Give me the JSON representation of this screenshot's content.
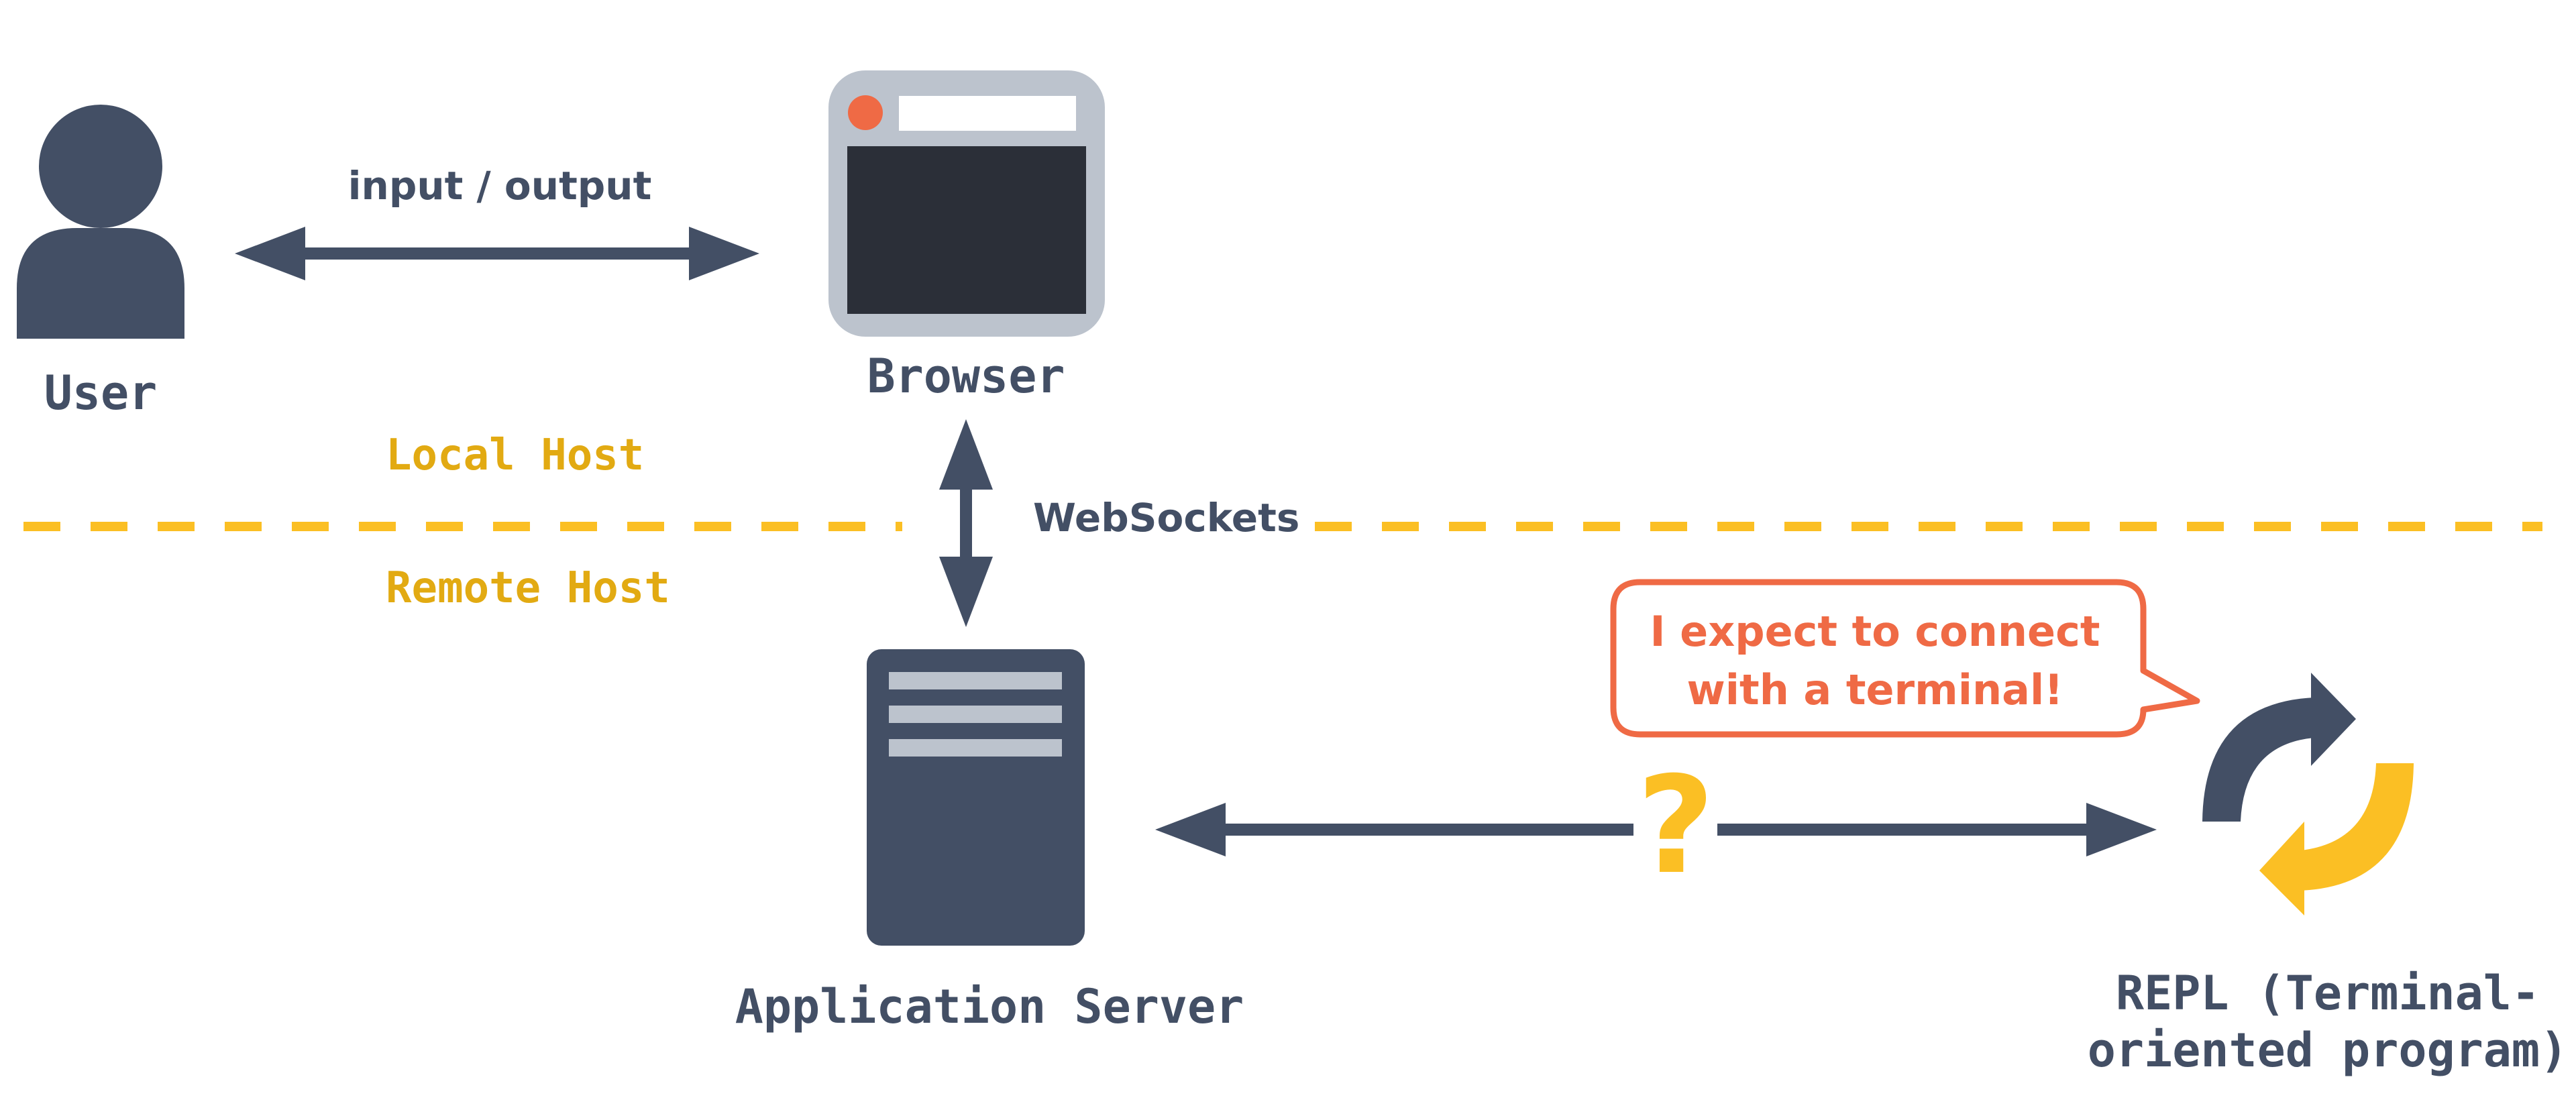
{
  "colors": {
    "slate": "#434f65",
    "dark_screen": "#2b2f38",
    "browser_frame": "#bcc3cd",
    "server_slot": "#bcc3cd",
    "accent_orange": "#ef6a45",
    "accent_yellow": "#fbbf24",
    "host_label": "#e2aa12",
    "background": "#ffffff"
  },
  "icons": {
    "user": "user-icon",
    "browser": "browser-window-icon",
    "server": "server-icon",
    "repl": "refresh-cycle-icon"
  },
  "nodes": {
    "user_label": "User",
    "browser_label": "Browser",
    "server_label": "Application Server",
    "repl_label_line1": "REPL (Terminal-",
    "repl_label_line2": "oriented program)"
  },
  "edges": {
    "user_browser_label": "input / output",
    "browser_server_label": "WebSockets",
    "server_repl_marker": "?"
  },
  "hosts": {
    "local_label": "Local Host",
    "remote_label": "Remote Host"
  },
  "callout": {
    "line1": "I expect to connect",
    "line2": "with a terminal!"
  }
}
